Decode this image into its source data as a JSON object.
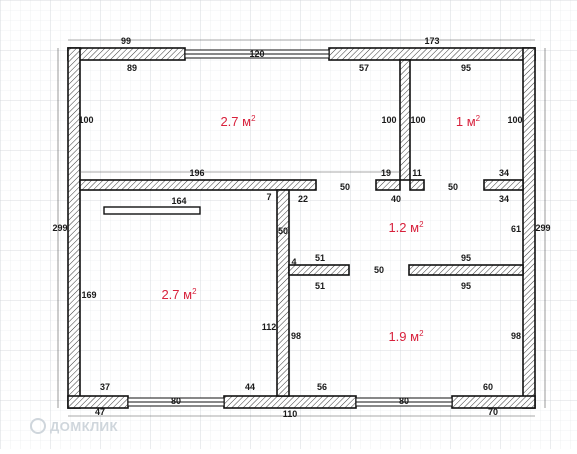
{
  "rooms": [
    {
      "id": "top-left-room",
      "area": "2.7",
      "unit": "м",
      "sup": "2"
    },
    {
      "id": "top-right-room",
      "area": "1",
      "unit": "м",
      "sup": "2"
    },
    {
      "id": "hall",
      "area": "1.2",
      "unit": "м",
      "sup": "2"
    },
    {
      "id": "bottom-left-room",
      "area": "2.7",
      "unit": "м",
      "sup": "2"
    },
    {
      "id": "bottom-right-room",
      "area": "1.9",
      "unit": "м",
      "sup": "2"
    }
  ],
  "dimensions": {
    "outer_top_left": "99",
    "outer_top_door": "120",
    "outer_top_right": "173",
    "outer_left": "299",
    "outer_right": "299",
    "outer_bottom_left": "47",
    "outer_bottom_door1": "80",
    "outer_bottom_mid": "110",
    "outer_bottom_door2": "80",
    "outer_bottom_right": "70",
    "room1_top_left": "89",
    "room1_top_right": "57",
    "room1_left": "100",
    "room1_right": "100",
    "room1_bottom": "196",
    "room2_top": "95",
    "room2_left": "100",
    "room2_right": "100",
    "wall_19": "19",
    "wall_11": "11",
    "wall_34a": "34",
    "wall_34b": "34",
    "door_50a": "50",
    "door_50b": "50",
    "door_40": "40",
    "wall_7": "7",
    "wall_22": "22",
    "wall_164": "164",
    "hall_left": "50",
    "hall_right": "61",
    "hall_4": "4",
    "hall_bottom_51": "51",
    "hall_bottom_95": "95",
    "hall_door_50": "50",
    "room4_left": "169",
    "room4_right": "112",
    "room4_bottom_left": "37",
    "room4_bottom_right": "44",
    "room5_top_left": "51",
    "room5_top_right": "95",
    "room5_left": "98",
    "room5_right": "98",
    "room5_bottom_left": "56",
    "room5_bottom_right": "60"
  },
  "watermark": "ДОМКЛИК"
}
